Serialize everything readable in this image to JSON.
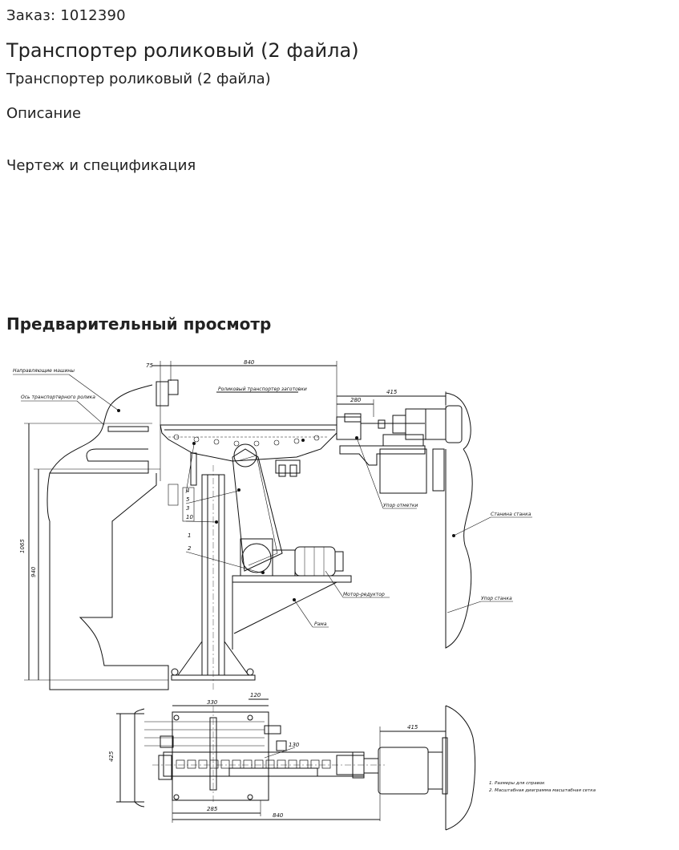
{
  "order": {
    "label": "Заказ: 1012390"
  },
  "product": {
    "title": "Транспортер роликовый (2 файла)",
    "subtitle": "Транспортер роликовый (2 файла)"
  },
  "description": {
    "heading": "Описание",
    "body": "Чертеж и спецификация"
  },
  "preview": {
    "heading": "Предварительный просмотр"
  },
  "drawing": {
    "dims": {
      "d_top_main": "840",
      "d_top_small": "75",
      "d_right": "415",
      "d_right2": "280",
      "d_height_total": "1065",
      "d_height_inner": "940",
      "d_plan_top": "330",
      "d_plan_small": "120",
      "d_plan_side": "425",
      "d_plan_bottom1": "285",
      "d_plan_bottom2": "840",
      "d_plan_right": "415",
      "d_arm": "130"
    },
    "callouts": {
      "c_top_left1": "Направляющие машины",
      "c_top_left2": "Ось транспортерного ролика",
      "c_conveyor": "Роликовый транспортер заготовки",
      "c_stop": "Упор отметки",
      "c_right_stand": "Станина станка",
      "c_right_stand2": "Упор станка",
      "c_motor": "Мотор-редуктор",
      "c_frame": "Рама",
      "n1": "1",
      "n2": "2",
      "n3": "3",
      "n4": "4",
      "n5": "5",
      "n10": "10"
    },
    "notes": {
      "note1": "1. Размеры для справок",
      "note2": "2. Масштабная диаграмма масштабная сетка"
    }
  }
}
